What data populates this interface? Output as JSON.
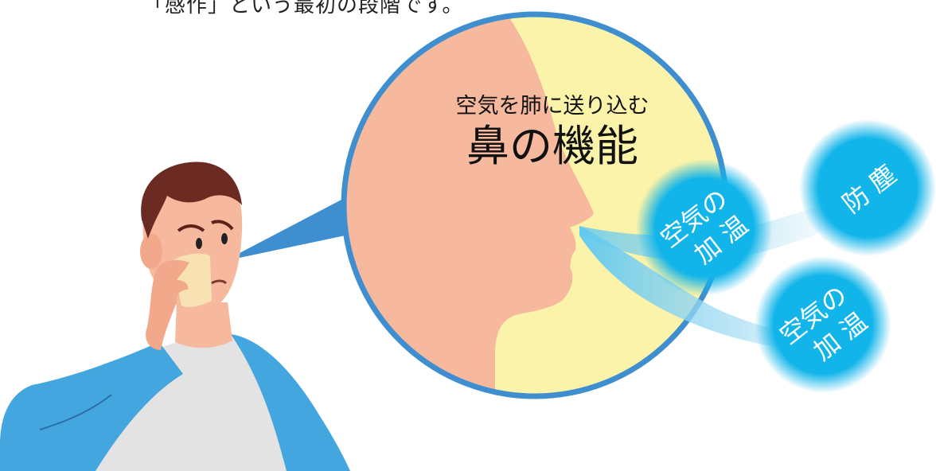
{
  "intro_line": "「感作」という最初の段階です。",
  "zoom": {
    "subtitle": "空気を肺に送り込む",
    "title": "鼻の機能"
  },
  "bubbles": {
    "warming_1": {
      "line1": "空気の",
      "line2": "加 温"
    },
    "dust": {
      "text": "防 塵"
    },
    "warming_2": {
      "line1": "空気の",
      "line2": "加 温"
    }
  },
  "colors": {
    "skin": "#f7b99e",
    "background_yellow": "#fbf3a9",
    "circle_border": "#3f8fd0",
    "bubble": "#12b5ea",
    "shirt_sleeve": "#44a6de",
    "shirt_body": "#e3e3e3",
    "hair": "#6b2a22"
  },
  "icons": [
    "man-holding-tissue-illustration",
    "magnifier-circle",
    "airflow-stream"
  ]
}
